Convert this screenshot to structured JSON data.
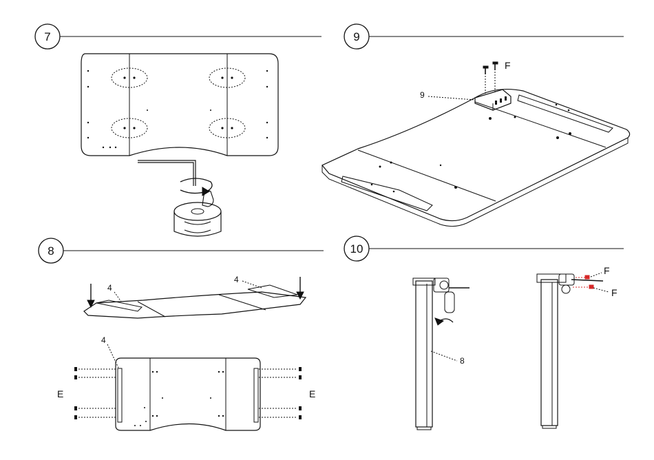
{
  "steps": [
    {
      "number": "7"
    },
    {
      "number": "8"
    },
    {
      "number": "9"
    },
    {
      "number": "10"
    }
  ],
  "labels": {
    "part_4_a": "4",
    "part_4_b": "4",
    "part_4_c": "4",
    "part_e_left": "E",
    "part_e_right": "E",
    "part_9": "9",
    "part_f_top": "F",
    "part_8": "8",
    "part_f_r1": "F",
    "part_f_r2": "F"
  },
  "colors": {
    "line": "#111111",
    "accent_red": "#d62828"
  }
}
